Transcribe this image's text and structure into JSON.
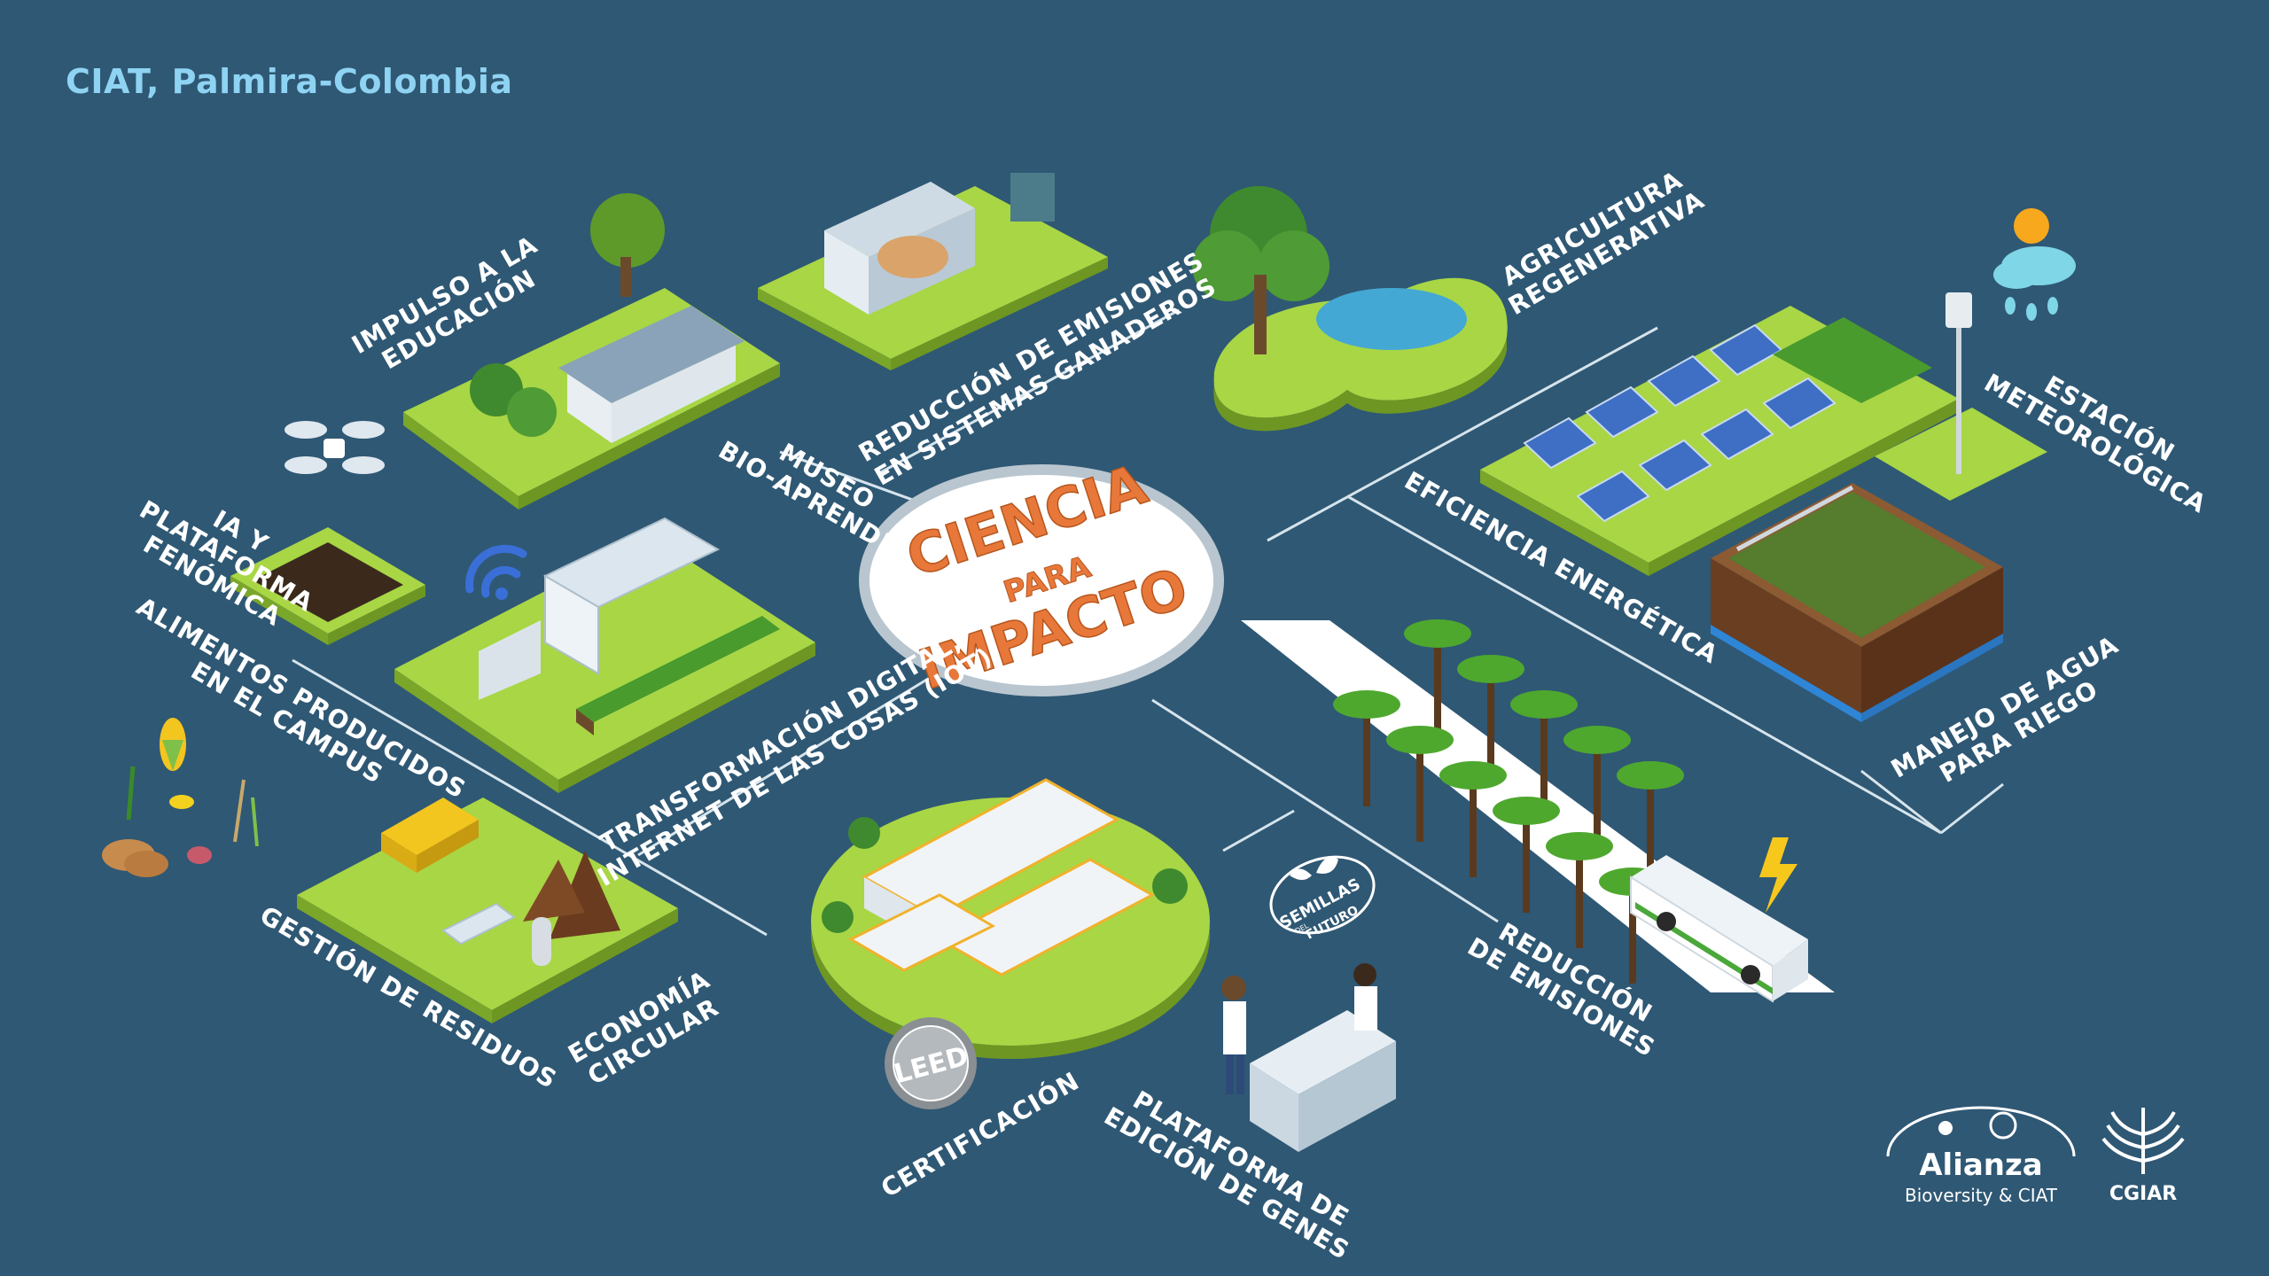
{
  "header": {
    "location": "CIAT, Palmira-Colombia"
  },
  "center": {
    "line1": "CIENCIA",
    "line2": "PARA",
    "line3": "IMPACTO"
  },
  "labels": {
    "educacion": "IMPULSO A LA\nEDUCACIÓN",
    "ganaderos": "REDUCCIÓN DE EMISIONES\nEN SISTEMAS GANADEROS",
    "regenerativa": "AGRICULTURA\nREGENERATIVA",
    "estacion": "ESTACIÓN\nMETEOROLÓGICA",
    "museo": "MUSEO\nBIO-APRENDIZ",
    "ia": "IA Y\nPLATAFORMA\nFENÓMICA",
    "eficiencia": "EFICIENCIA ENERGÉTICA",
    "alimentos": "ALIMENTOS PRODUCIDOS\nEN EL CAMPUS",
    "iot": "TRANSFORMACIÓN DIGITAL,\nINTERNET DE LAS COSAS (IoT)",
    "agua": "MANEJO DE AGUA\nPARA RIEGO",
    "residuos": "GESTIÓN DE RESIDUOS",
    "circular": "ECONOMÍA\nCIRCULAR",
    "reduccion": "REDUCCIÓN\nDE EMISIONES",
    "certificacion": "CERTIFICACIÓN",
    "genes": "PLATAFORMA DE\nEDICIÓN DE GENES"
  },
  "badges": {
    "leed": "LEED",
    "semillas_top": "SEMILLAS",
    "semillas_bottom": "FUTURO",
    "semillas_del": "DEL"
  },
  "logos": {
    "alianza": "Alianza",
    "alianza_sub": "Bioversity & CIAT",
    "cgiar": "CGIAR"
  },
  "colors": {
    "background": "#2f5874",
    "grass": "#a8d645",
    "accent_orange": "#e8783a",
    "header_text": "#8fd3f3"
  }
}
